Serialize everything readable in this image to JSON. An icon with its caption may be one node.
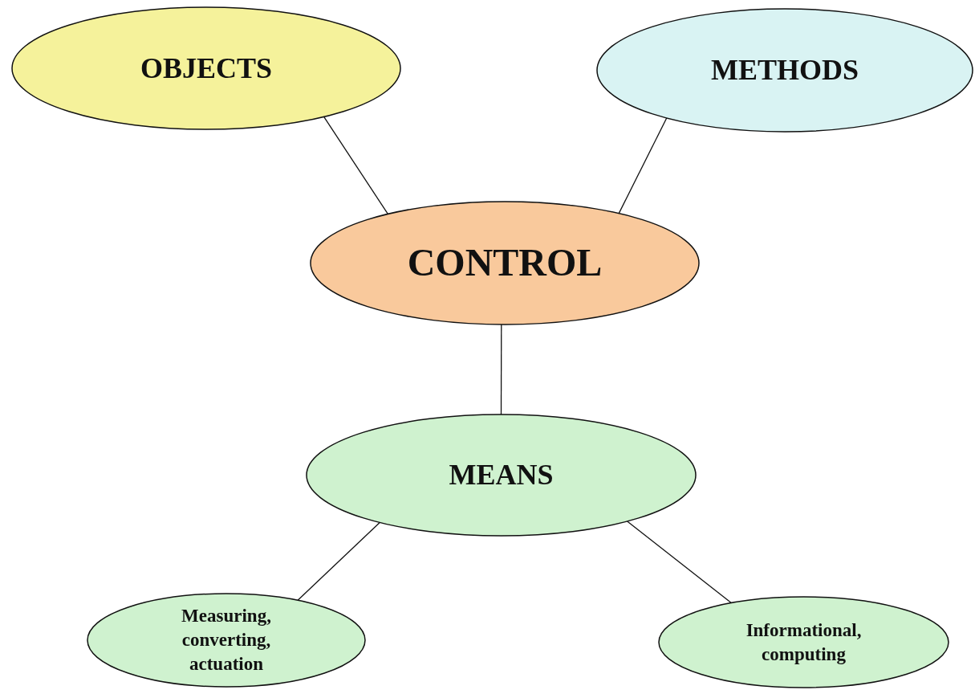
{
  "diagram": {
    "nodes": [
      {
        "text": [
          "OBJECTS"
        ]
      },
      {
        "text": [
          "METHODS"
        ]
      },
      {
        "text": [
          "CONTROL"
        ]
      },
      {
        "text": [
          "MEANS"
        ]
      },
      {
        "text": [
          "Measuring, converting, actuation"
        ]
      },
      {
        "text": [
          "Informational, computing"
        ]
      }
    ],
    "edges": [
      {
        "from": 2,
        "to": 0,
        "arrow": "none"
      },
      {
        "from": 2,
        "to": 1,
        "arrow": "none"
      },
      {
        "from": 2,
        "to": 3,
        "arrow": "none"
      },
      {
        "from": 3,
        "to": 4,
        "arrow": "none"
      },
      {
        "from": 3,
        "to": 5,
        "arrow": "none"
      }
    ]
  }
}
